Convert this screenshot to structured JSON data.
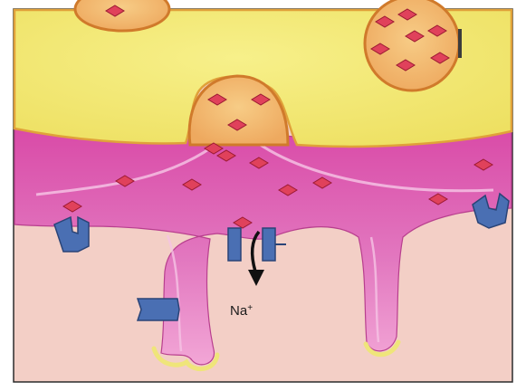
{
  "labels": {
    "ion": "Na",
    "ion_charge": "+"
  },
  "colors": {
    "terminal_fill": "#f3ea73",
    "vesicle_fill": "#f1b56a",
    "vesicle_outline": "#d07a2b",
    "membrane_pink": "#dc66b6",
    "membrane_light": "#ef9fd6",
    "cleft_background": "#f3cfc6",
    "receptor_blue": "#4a6fb3",
    "transmitter_red": "#e0415b",
    "fold_tip_yellow": "#f0ef8a"
  },
  "icons": {
    "neurotransmitter": "diamond-molecule",
    "receptor": "blue-notch-receptor",
    "ion_flow": "down-arrow"
  }
}
